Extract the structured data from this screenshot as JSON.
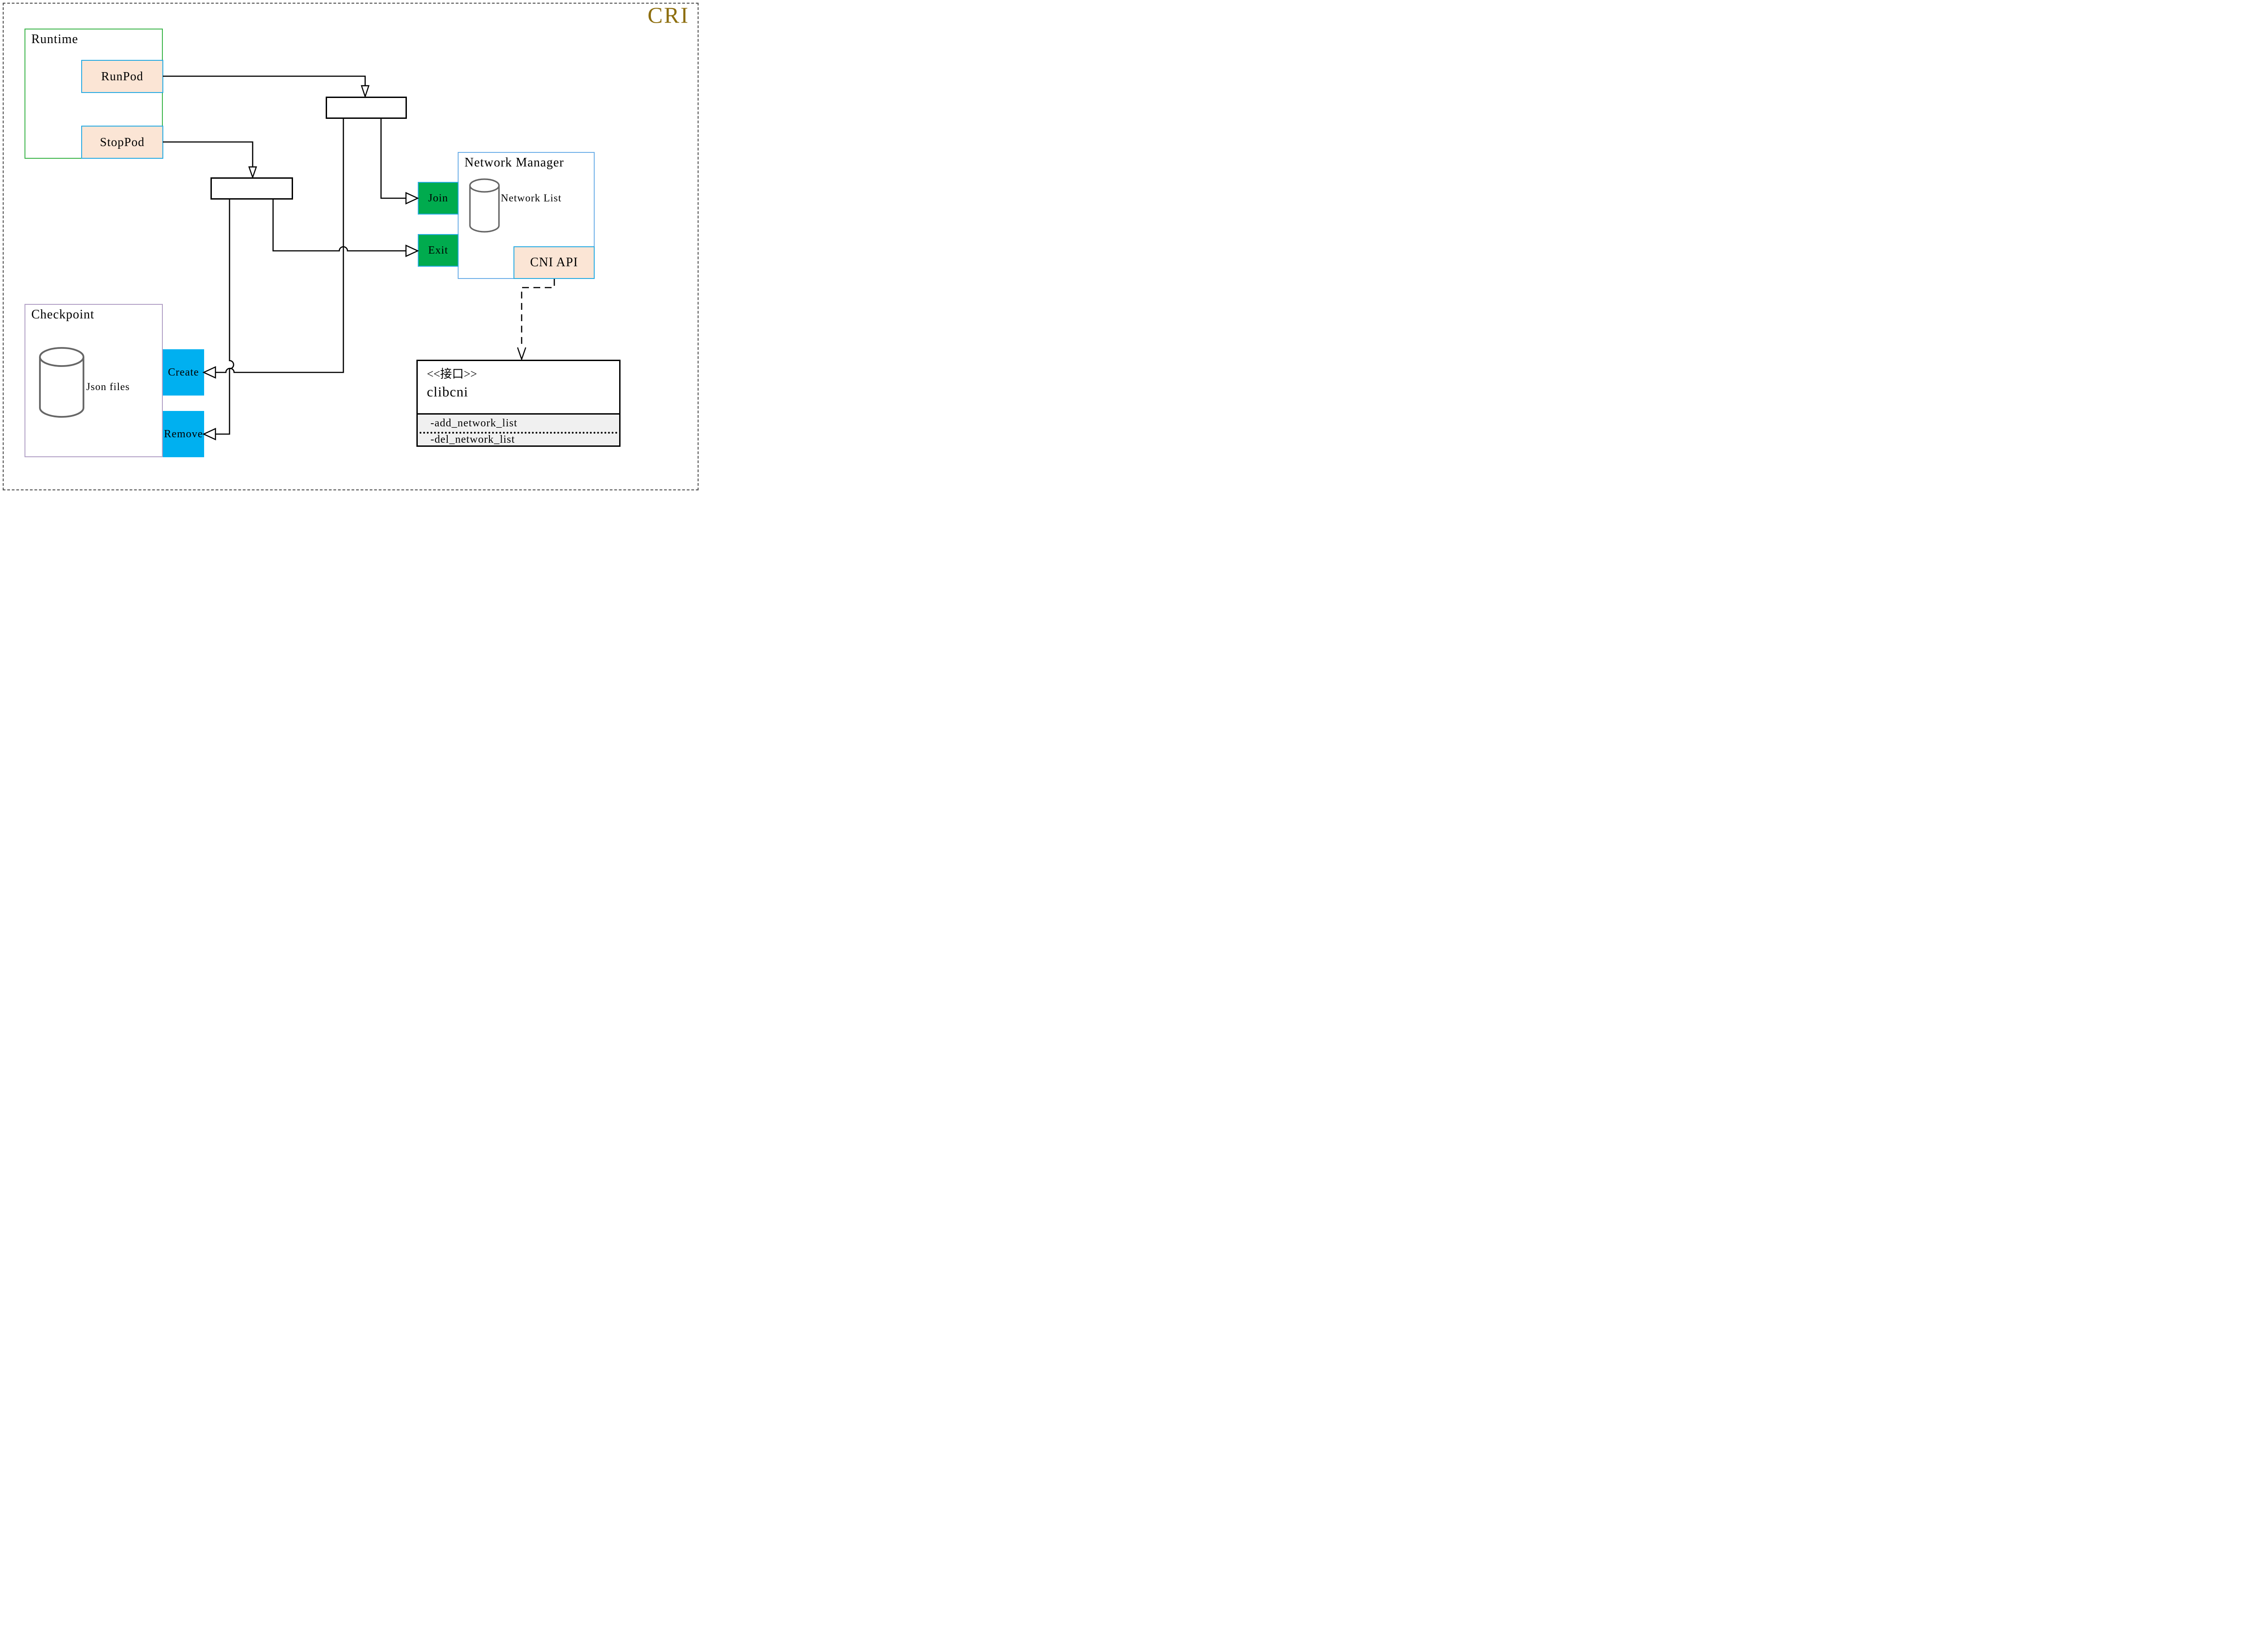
{
  "page": {
    "title_badge": "CRI"
  },
  "colors": {
    "gold": "#8d6e0e",
    "green-border": "#3cb54a",
    "cyan-border": "#29abe2",
    "blue-border": "#6fb0e8",
    "purple-border": "#b3a2c7",
    "peach": "#fbe5d5",
    "green-fill": "#00ab4e",
    "cyan-fill": "#00b0f0",
    "uml-section": "#f0f0f0",
    "cylinder-stroke": "#666666"
  },
  "runtime": {
    "label": "Runtime",
    "runpod_label": "RunPod",
    "stoppod_label": "StopPod"
  },
  "network_manager": {
    "label": "Network Manager",
    "join_label": "Join",
    "exit_label": "Exit",
    "network_list_label": "Network List",
    "cni_api_label": "CNI API"
  },
  "checkpoint": {
    "label": "Checkpoint",
    "json_files_label": "Json files",
    "create_label": "Create",
    "remove_label": "Remove"
  },
  "clibcni": {
    "stereotype": "<<接口>>",
    "name": "clibcni",
    "methods": [
      "-add_network_list",
      "-del_network_list"
    ]
  }
}
